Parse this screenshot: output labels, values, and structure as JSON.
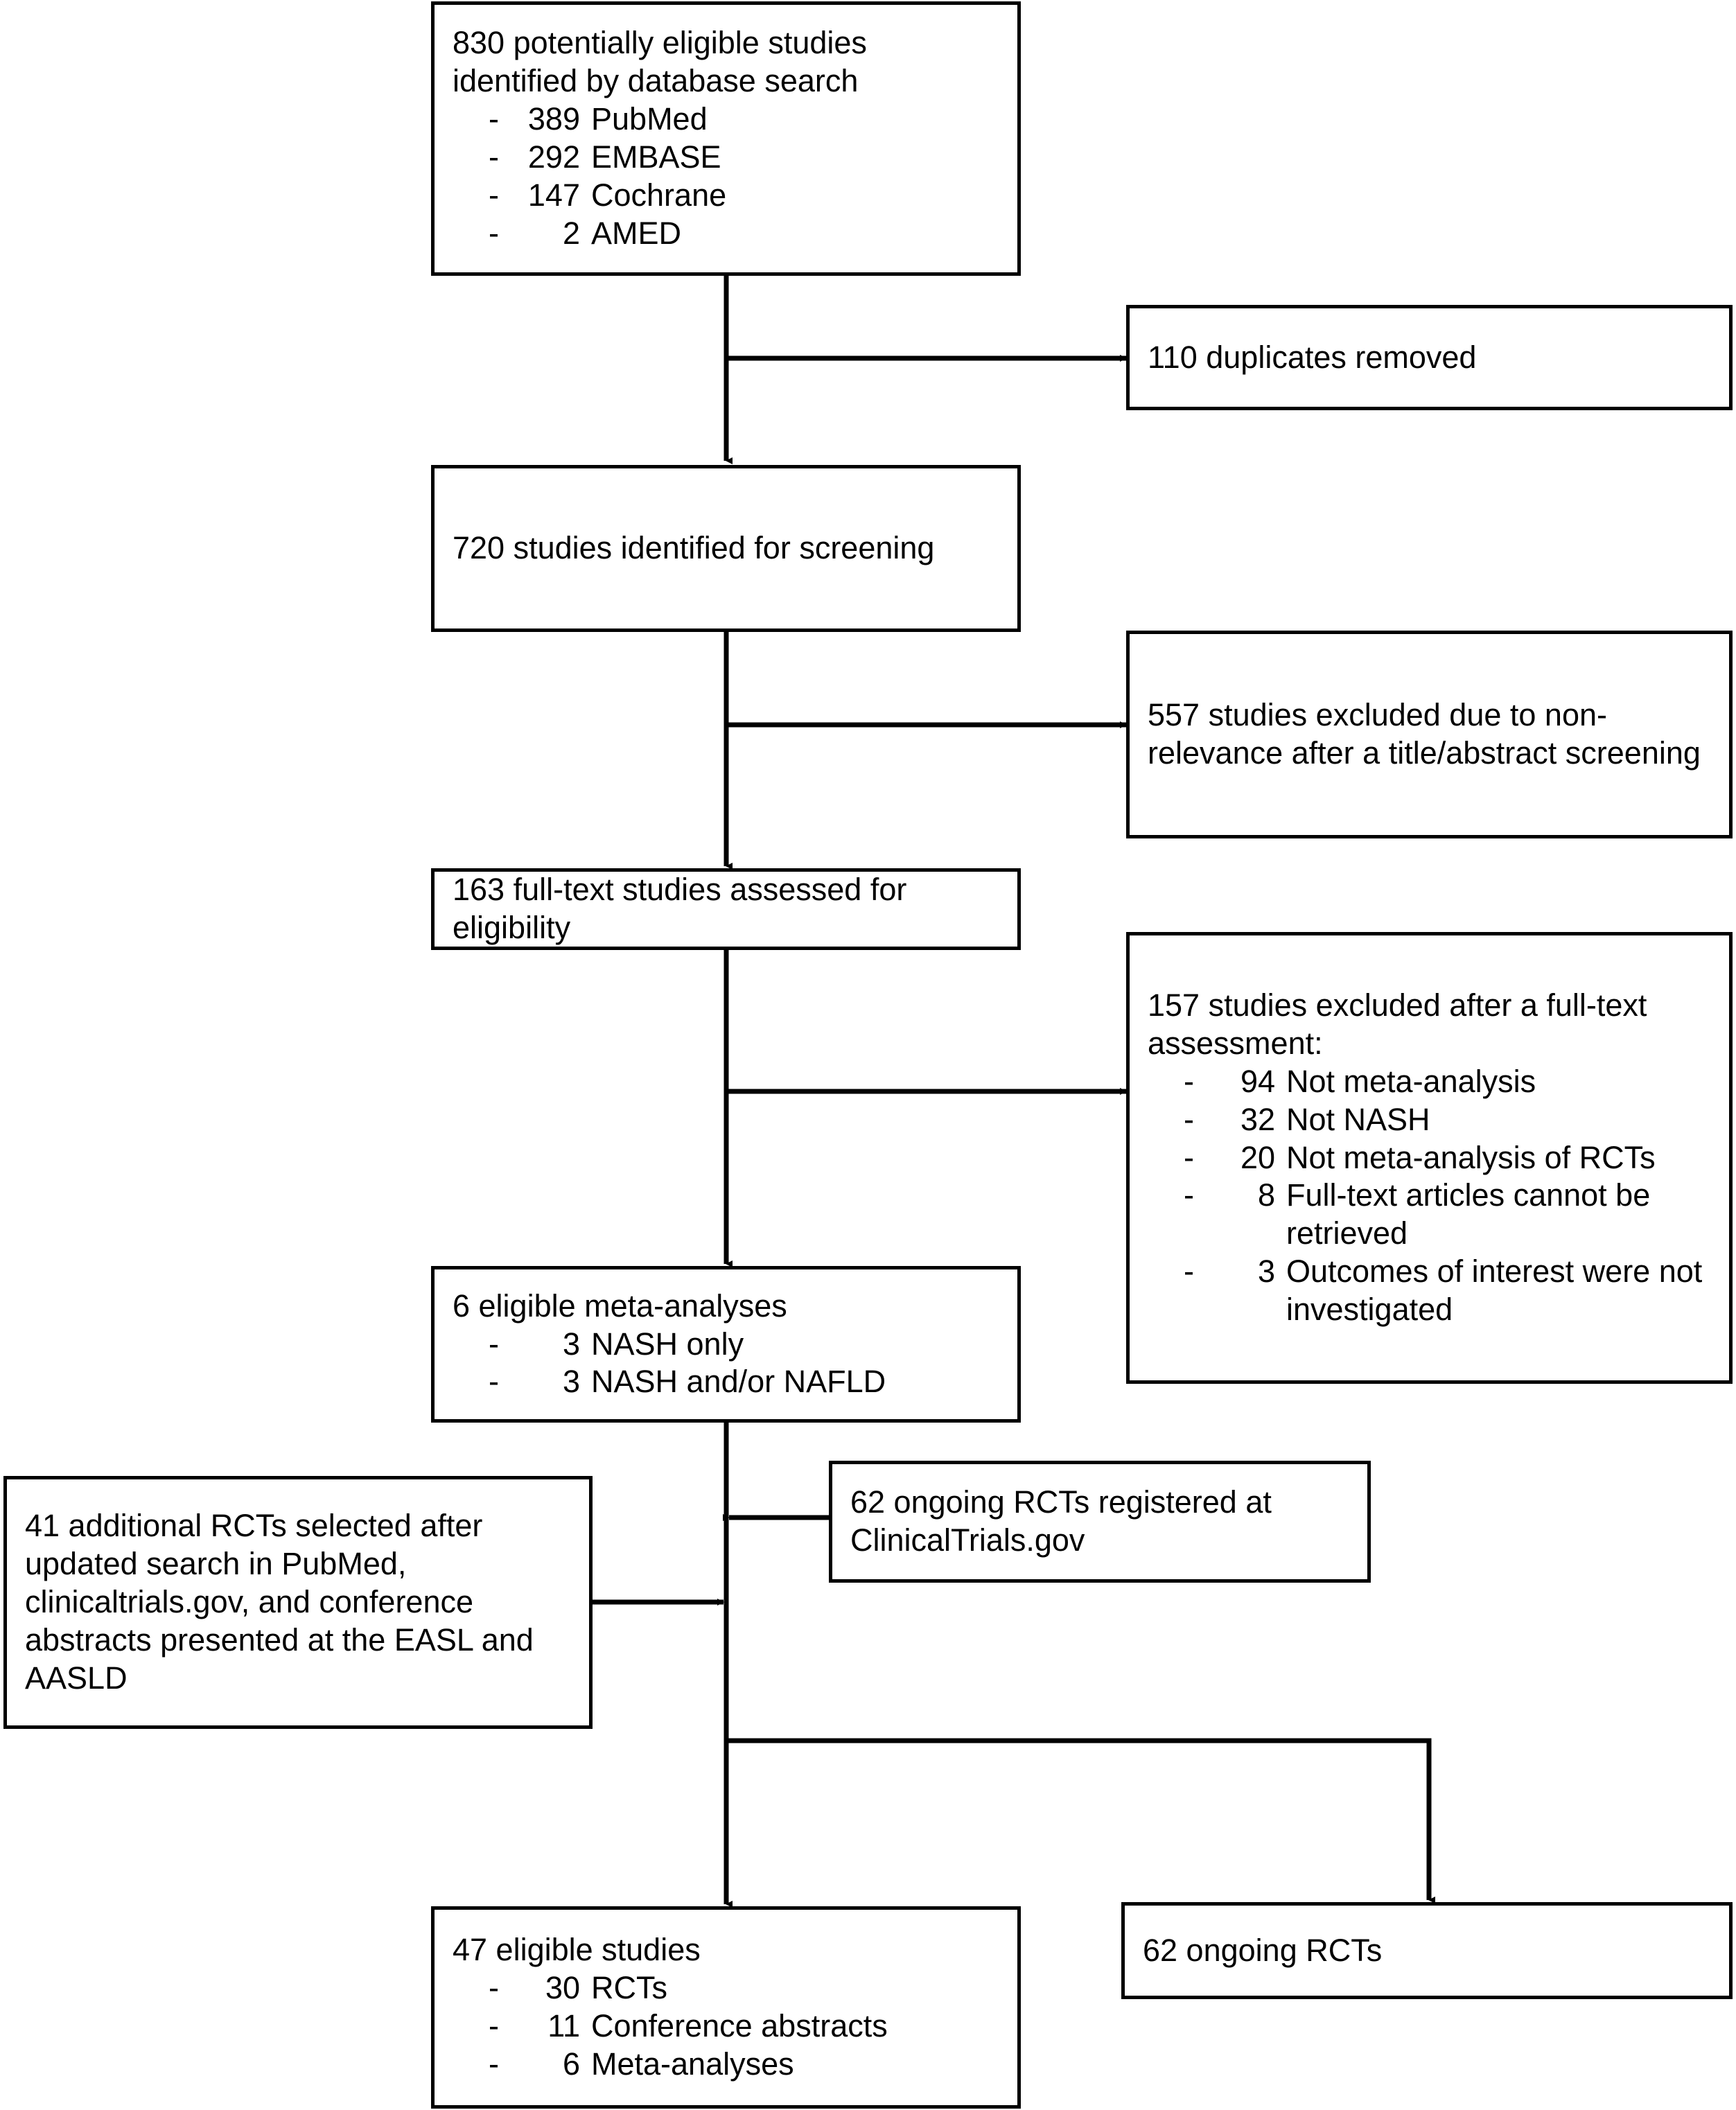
{
  "diagram": {
    "type": "prisma-study-selection-flowchart",
    "line_color": "#000000",
    "background_color": "#ffffff"
  },
  "nodes": {
    "identified": {
      "head": "830 potentially eligible studies\nidentified by database search",
      "items": [
        {
          "dash": "-",
          "num": "389",
          "text": "PubMed"
        },
        {
          "dash": "-",
          "num": "292",
          "text": "EMBASE"
        },
        {
          "dash": "-",
          "num": "147",
          "text": "Cochrane"
        },
        {
          "dash": "-",
          "num": "2",
          "text": "AMED"
        }
      ]
    },
    "duplicates": {
      "head": "110 duplicates removed",
      "items": []
    },
    "screening": {
      "head": "720 studies identified for screening",
      "items": []
    },
    "excluded_title_abstract": {
      "head": "557 studies excluded due to non-relevance after a title/abstract screening",
      "items": []
    },
    "fulltext_assessed": {
      "head": "163 full-text studies assessed for eligibility",
      "items": []
    },
    "excluded_fulltext": {
      "head": "157 studies excluded after a full-text assessment:",
      "items": [
        {
          "dash": "-",
          "num": "94",
          "text": "Not meta-analysis"
        },
        {
          "dash": "-",
          "num": "32",
          "text": "Not NASH"
        },
        {
          "dash": "-",
          "num": "20",
          "text": "Not meta-analysis of RCTs"
        },
        {
          "dash": "-",
          "num": "8",
          "text": "Full-text articles cannot be retrieved"
        },
        {
          "dash": "-",
          "num": "3",
          "text": "Outcomes of interest were not investigated"
        }
      ]
    },
    "eligible_meta": {
      "head": "6 eligible meta-analyses",
      "items": [
        {
          "dash": "-",
          "num": "3",
          "text": "NASH only"
        },
        {
          "dash": "-",
          "num": "3",
          "text": "NASH and/or NAFLD"
        }
      ]
    },
    "additional_rcts": {
      "head": "41 additional RCTs selected after updated search in PubMed, clinicaltrials.gov, and conference abstracts presented at the EASL and AASLD",
      "items": []
    },
    "ongoing_registered": {
      "head": "62 ongoing RCTs registered at ClinicalTrials.gov",
      "items": []
    },
    "eligible_studies": {
      "head": "47 eligible studies",
      "items": [
        {
          "dash": "-",
          "num": "30",
          "text": "RCTs"
        },
        {
          "dash": "-",
          "num": "11",
          "text": "Conference abstracts"
        },
        {
          "dash": "-",
          "num": "6",
          "text": "Meta-analyses"
        }
      ]
    },
    "ongoing_rcts": {
      "head": "62 ongoing RCTs",
      "items": []
    }
  }
}
